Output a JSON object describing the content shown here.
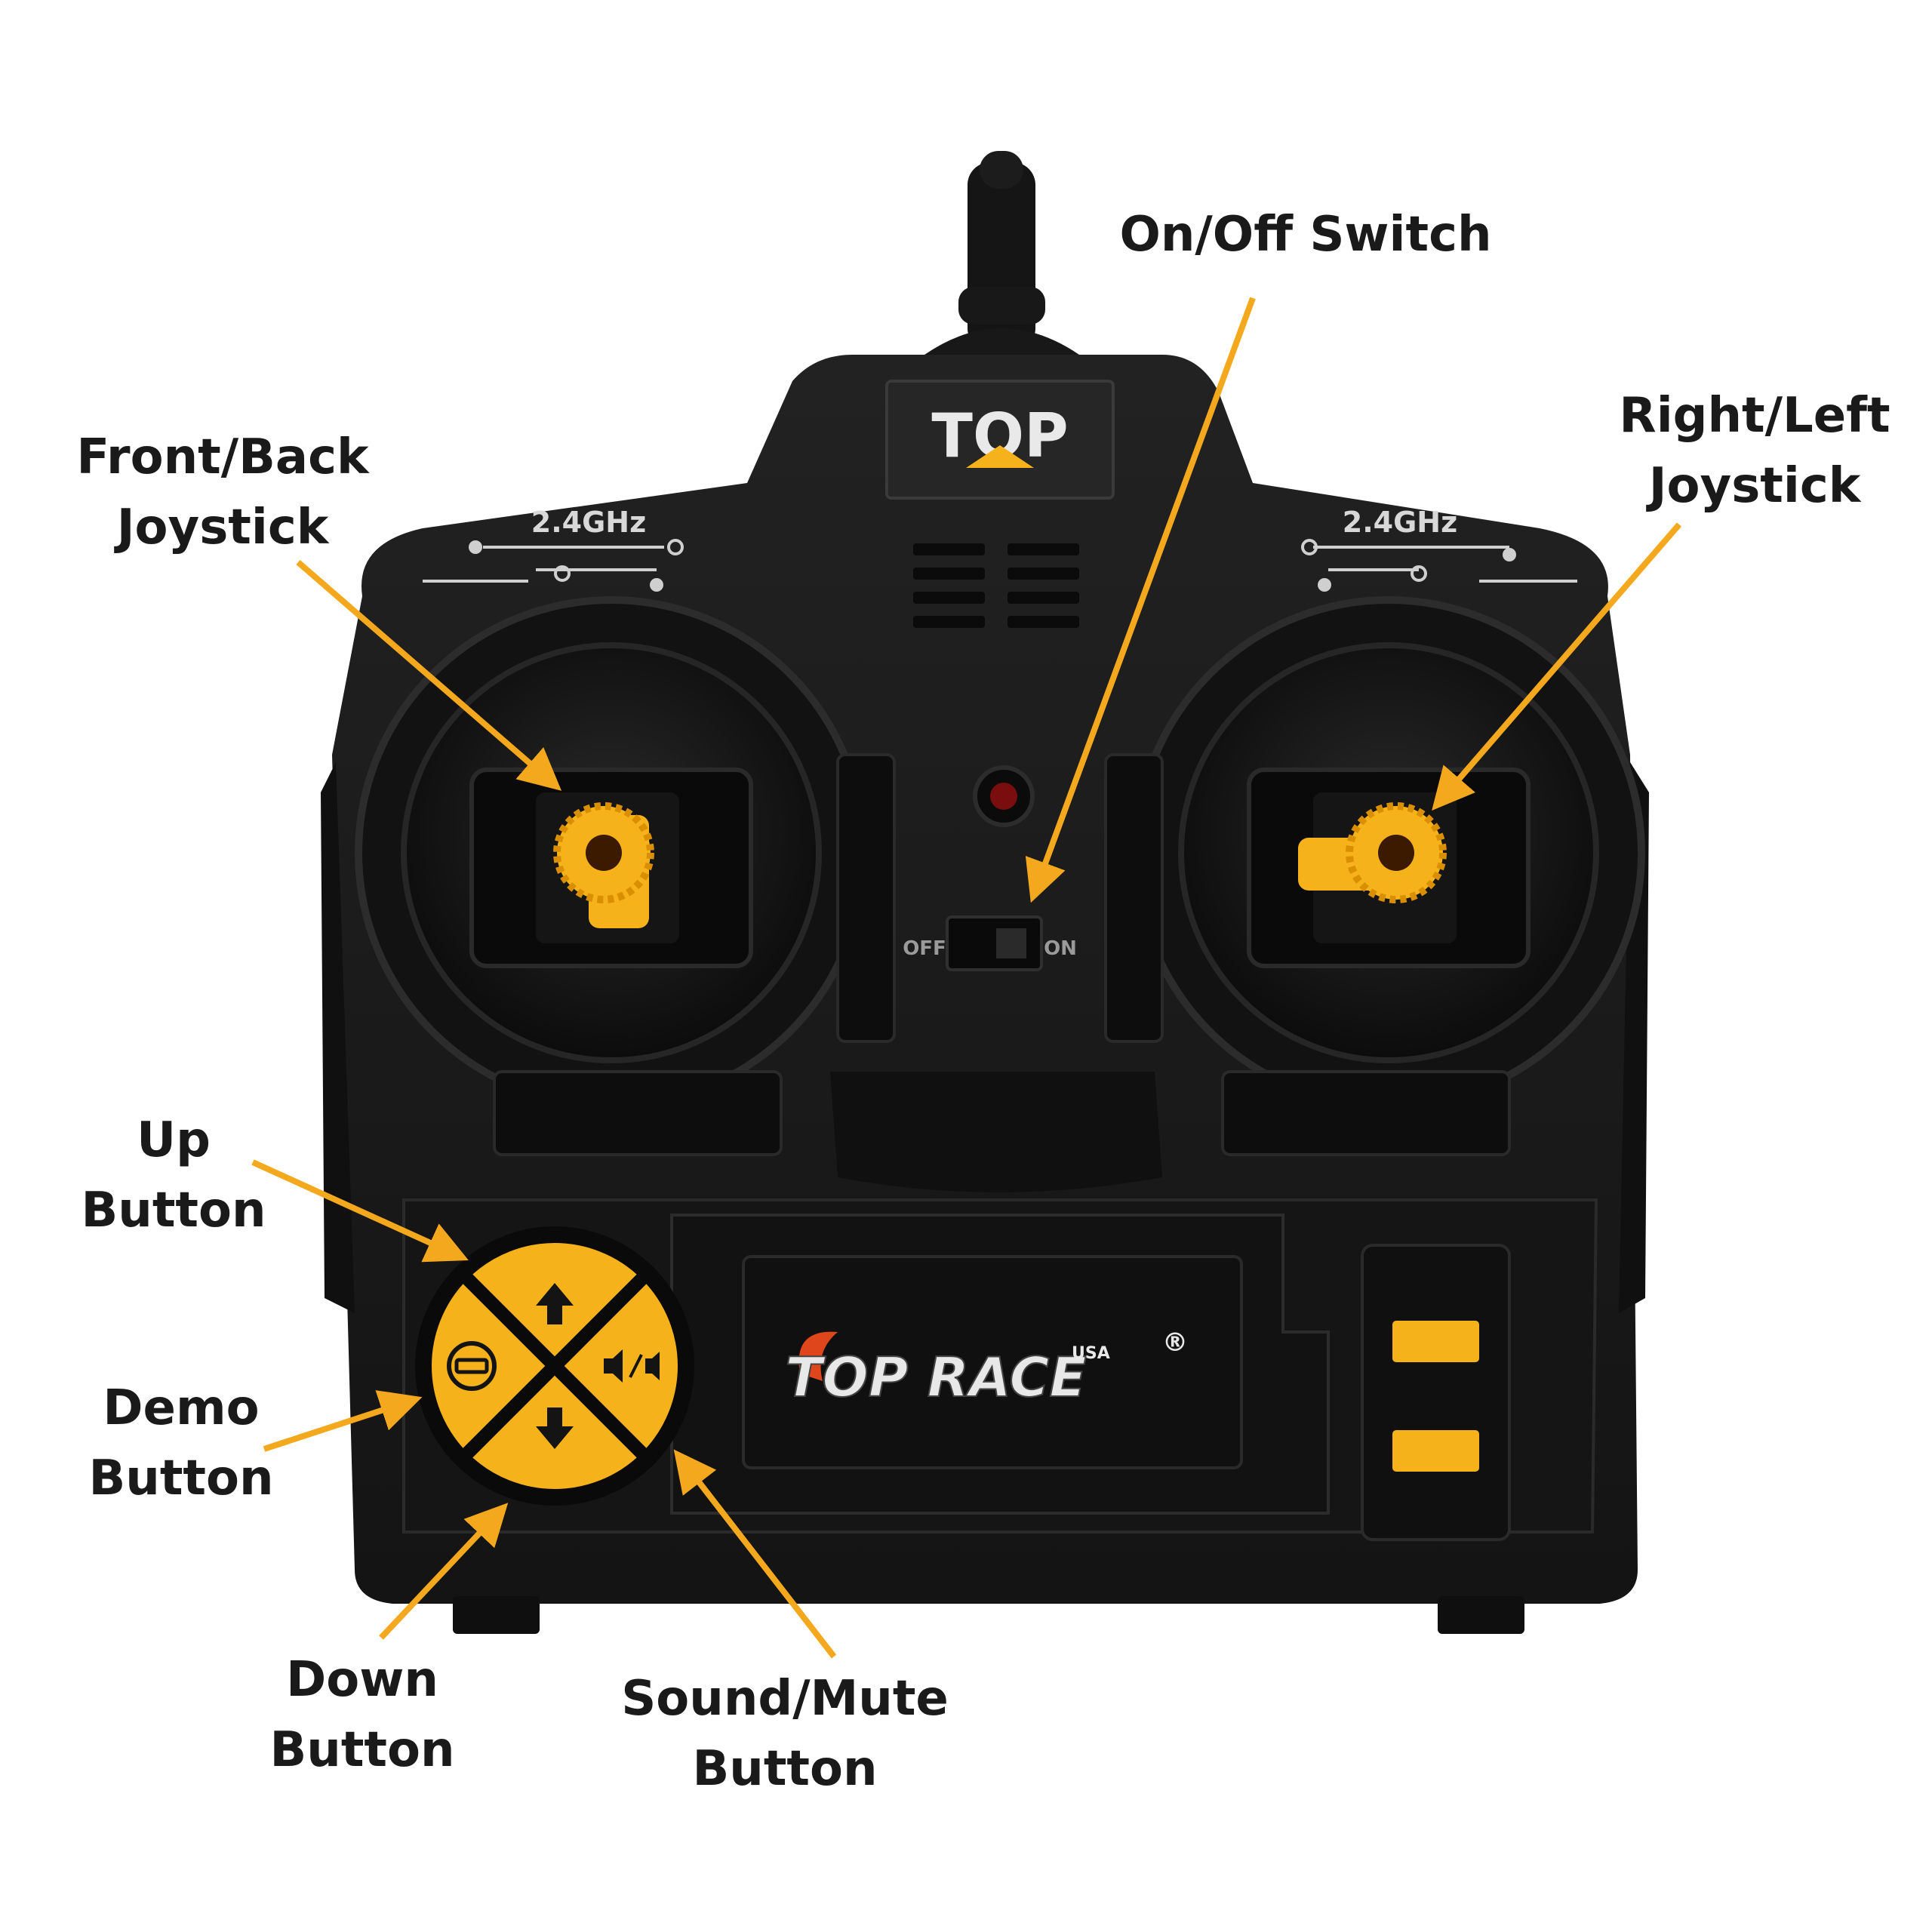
{
  "labels": {
    "front_back_joystick": [
      "Front/Back",
      "Joystick"
    ],
    "on_off_switch": [
      "On/Off Switch"
    ],
    "right_left_joystick": [
      "Right/Left",
      "Joystick"
    ],
    "up_button": [
      "Up",
      "Button"
    ],
    "demo_button": [
      "Demo",
      "Button"
    ],
    "down_button": [
      "Down",
      "Button"
    ],
    "sound_mute_button": [
      "Sound/Mute",
      "Button"
    ]
  },
  "device": {
    "brand_top": "TOP",
    "frequency_left": "2.4GHz",
    "frequency_right": "2.4GHz",
    "switch_off": "OFF",
    "switch_on": "ON",
    "logo": "TOP RACE",
    "logo_sub": "USA",
    "registered_mark": "®"
  },
  "colors": {
    "arrow": "#f4a81d",
    "accent_yellow": "#f6b21a",
    "body": "#1b1b1b",
    "text": "#1a1a1a"
  }
}
